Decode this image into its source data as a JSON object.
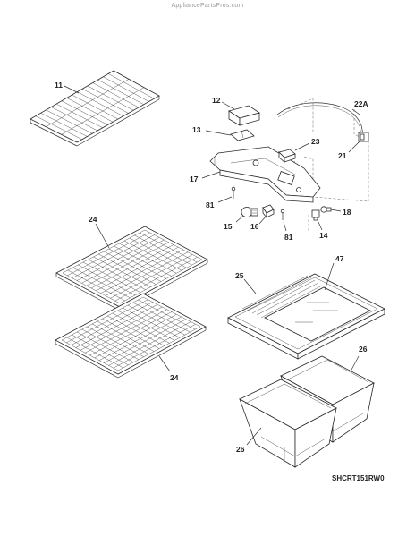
{
  "watermark": "AppliancePartsPros.com",
  "diagram_code": "SHCRT151RW0",
  "callouts": {
    "c11": "11",
    "c12": "12",
    "c13": "13",
    "c17": "17",
    "c22a": "22A",
    "c23": "23",
    "c21": "21",
    "c81a": "81",
    "c15": "15",
    "c16": "16",
    "c81b": "81",
    "c14": "14",
    "c18": "18",
    "c24a": "24",
    "c24b": "24",
    "c25": "25",
    "c47": "47",
    "c26a": "26",
    "c26b": "26"
  }
}
